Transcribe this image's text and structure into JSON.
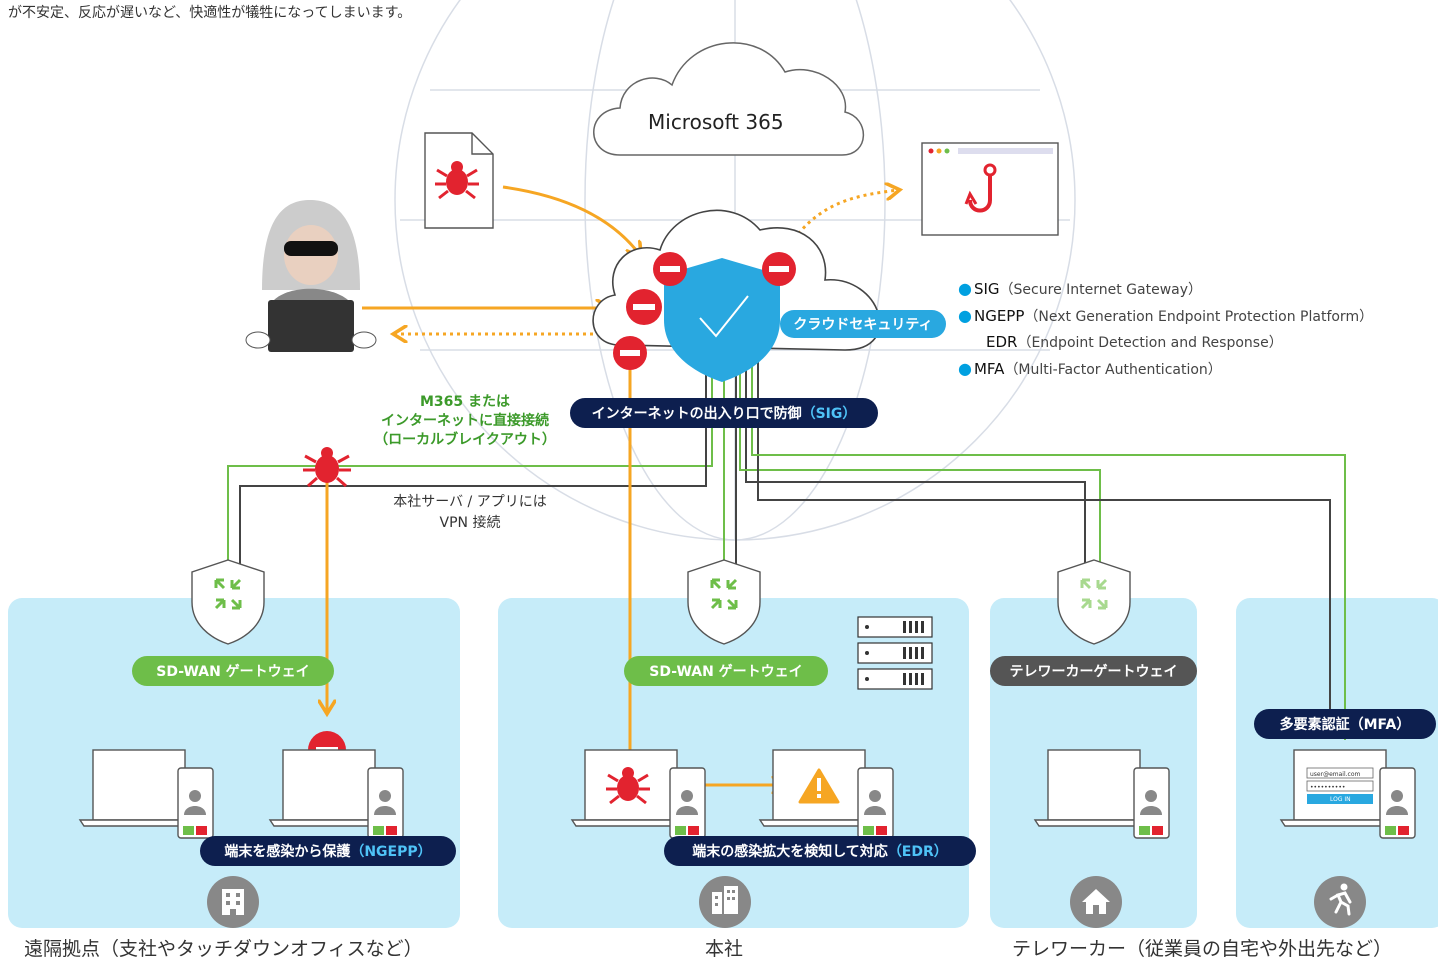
{
  "intro_text": "が不安定、反応が遅いなど、快適性が犠牲になってしまいます。",
  "cloud_label": "Microsoft 365",
  "cloud_security_label": "クラウドセキュリティ",
  "sig_pill": {
    "main": "インターネットの出入り口で防御",
    "accent": "（SIG）"
  },
  "legend": [
    {
      "key": "SIG",
      "desc": "（Secure Internet Gateway）",
      "bullet": true
    },
    {
      "key": "NGEPP",
      "desc": "（Next Generation Endpoint Protection Platform）",
      "bullet": true
    },
    {
      "key": "EDR",
      "desc": "（Endpoint Detection and Response）",
      "bullet": false
    },
    {
      "key": "MFA",
      "desc": "（Multi-Factor Authentication）",
      "bullet": true
    }
  ],
  "local_breakout_note": [
    "M365 または",
    "インターネットに直接接続",
    "（ローカルブレイクアウト）"
  ],
  "vpn_note": [
    "本社サーバ / アプリには",
    "VPN 接続"
  ],
  "gateways": {
    "branch": "SD-WAN ゲートウェイ",
    "hq": "SD-WAN ゲートウェイ",
    "telework": "テレワーカーゲートウェイ"
  },
  "mfa_pill": {
    "main": "多要素認証",
    "accent": "（MFA）"
  },
  "ngepp_pill": {
    "main": "端末を感染から保護",
    "accent": "（NGEPP）"
  },
  "edr_pill": {
    "main": "端末の感染拡大を検知して対応",
    "accent": "（EDR）"
  },
  "login_form": {
    "email": "user@email.com",
    "password": "••••••••••",
    "button": "LOG IN"
  },
  "zones": [
    {
      "label": "遠隔拠点（支社やタッチダウンオフィスなど）",
      "icon": "building-icon"
    },
    {
      "label": "本社",
      "icon": "office-building-icon"
    },
    {
      "label": "テレワーカー（従業員の自宅や外出先など）",
      "icon": "home-icon"
    },
    {
      "label": "",
      "icon": "running-person-icon"
    }
  ],
  "colors": {
    "zone_bg": "#c6ecf9",
    "green": "#6ebe49",
    "orange": "#f6a623",
    "navy": "#0d1f4f",
    "accent_blue": "#00a0e0",
    "shield_blue": "#29a8e0",
    "stop_red": "#e2232f",
    "line_dark": "#444444",
    "line_green": "#6ebe49"
  }
}
